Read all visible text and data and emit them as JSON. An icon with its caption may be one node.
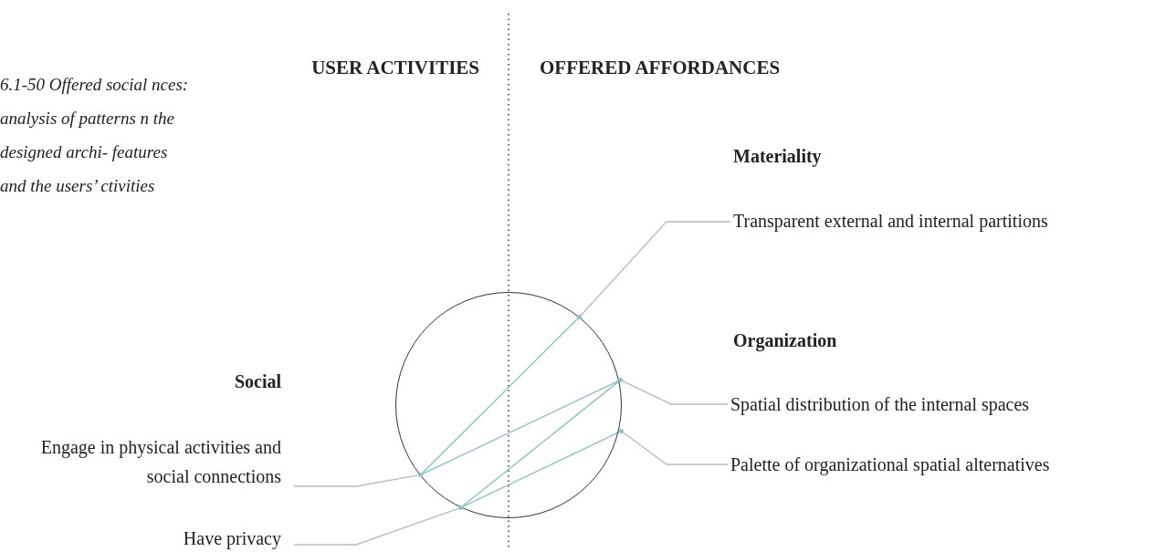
{
  "diagram": {
    "caption": "6.1-50 Offered social nces: analysis of patterns n the designed archi- features and the users’ ctivities",
    "nodes": [
      {
        "text": [],
        "shape": "circle"
      },
      {
        "text": [
          "Transparent external and internal partitions"
        ]
      },
      {
        "text": [
          "Spatial distribution of the internal spaces"
        ]
      },
      {
        "text": [
          "Palette of organizational spatial alternatives"
        ]
      },
      {
        "text": [
          "Engage in physical activities and social connections"
        ]
      },
      {
        "text": [
          "Have privacy"
        ]
      },
      {
        "text": [],
        "shape": "dot",
        "in": 0
      },
      {
        "text": [],
        "shape": "dot",
        "in": 0
      },
      {
        "text": [],
        "shape": "dot",
        "in": 0
      },
      {
        "text": [],
        "shape": "dot",
        "in": 0
      },
      {
        "text": [],
        "shape": "dot",
        "in": 0
      }
    ],
    "edges": [
      {
        "from": 1,
        "to": 8,
        "arrow": "none"
      },
      {
        "from": 2,
        "to": 9,
        "arrow": "none"
      },
      {
        "from": 3,
        "to": 10,
        "arrow": "none"
      },
      {
        "from": 4,
        "to": 6,
        "arrow": "none"
      },
      {
        "from": 5,
        "to": 7,
        "arrow": "none"
      },
      {
        "from": 6,
        "to": 8,
        "arrow": "none",
        "color": "#8ec2c2"
      },
      {
        "from": 6,
        "to": 9,
        "arrow": "none",
        "color": "#8ec2c2"
      },
      {
        "from": 7,
        "to": 9,
        "arrow": "none",
        "color": "#8ec2c2"
      },
      {
        "from": 7,
        "to": 10,
        "arrow": "none",
        "color": "#8ec2c2"
      }
    ],
    "labels": [
      "USER ACTIVITIES",
      "OFFERED AFFORDANCES",
      "Materiality",
      "Organization",
      "Social"
    ]
  }
}
